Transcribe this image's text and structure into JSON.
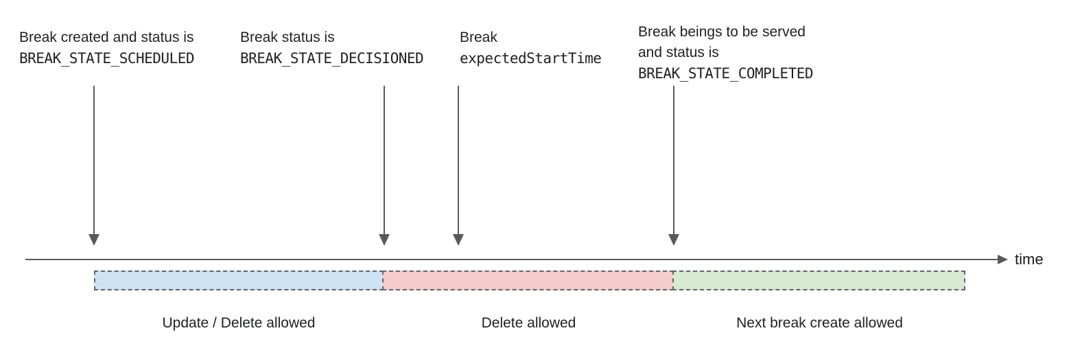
{
  "diagram_title": "break-lifecycle-timeline",
  "annotations": [
    {
      "text": "Break created and status is",
      "code": "BREAK_STATE_SCHEDULED"
    },
    {
      "text": "Break status is",
      "code": "BREAK_STATE_DECISIONED"
    },
    {
      "text": "Break",
      "code": "expectedStartTime"
    },
    {
      "text": "Break beings to be served",
      "text2": "and status is",
      "code": "BREAK_STATE_COMPLETED"
    }
  ],
  "timeline": {
    "axis_label": "time"
  },
  "segments": [
    {
      "label": "Update / Delete allowed",
      "color": "#cfe2f3"
    },
    {
      "label": "Delete allowed",
      "color": "#f4cccc"
    },
    {
      "label": "Next break create allowed",
      "color": "#d9ead3"
    }
  ],
  "colors": {
    "arrow": "#595959",
    "dashed_border": "#5f6368",
    "text": "#202124"
  }
}
